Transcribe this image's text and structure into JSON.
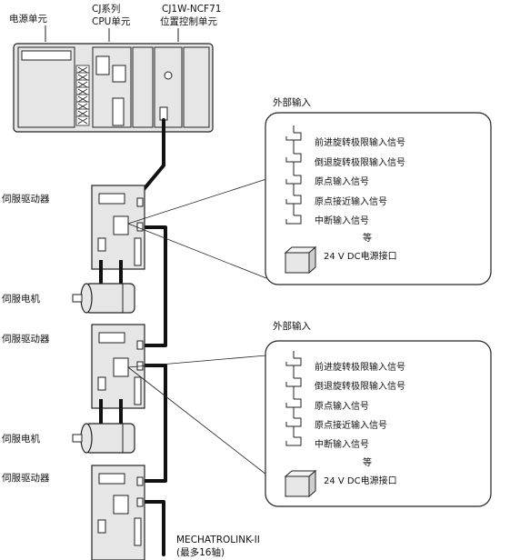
{
  "top_labels": {
    "power_unit": "电源单元",
    "cpu_line1": "CJ系列",
    "cpu_line2": "CPU单元",
    "ncf_line1": "CJ1W-NCF71",
    "ncf_line2": "位置控制单元"
  },
  "side_labels": {
    "servo_driver_1": "伺服驱动器",
    "servo_motor_1": "伺服电机",
    "servo_driver_2": "伺服驱动器",
    "servo_motor_2": "伺服电机",
    "servo_driver_3": "伺服驱动器"
  },
  "external_inputs": [
    {
      "title": "外部输入",
      "signals": [
        "前进旋转极限输入信号",
        "倒退旋转极限输入信号",
        "原点输入信号",
        "原点接近输入信号",
        "中断输入信号"
      ],
      "etc": "等",
      "power": "24 V DC电源接口"
    },
    {
      "title": "外部输入",
      "signals": [
        "前进旋转极限输入信号",
        "倒退旋转极限输入信号",
        "原点输入信号",
        "原点接近输入信号",
        "中断输入信号"
      ],
      "etc": "等",
      "power": "24 V DC电源接口"
    }
  ],
  "network": {
    "name": "MECHATROLINK-II",
    "max_axes": "(最多16轴)"
  },
  "colors": {
    "device_fill": "#e6e6e6",
    "cable": "#111111",
    "outline": "#222222"
  }
}
